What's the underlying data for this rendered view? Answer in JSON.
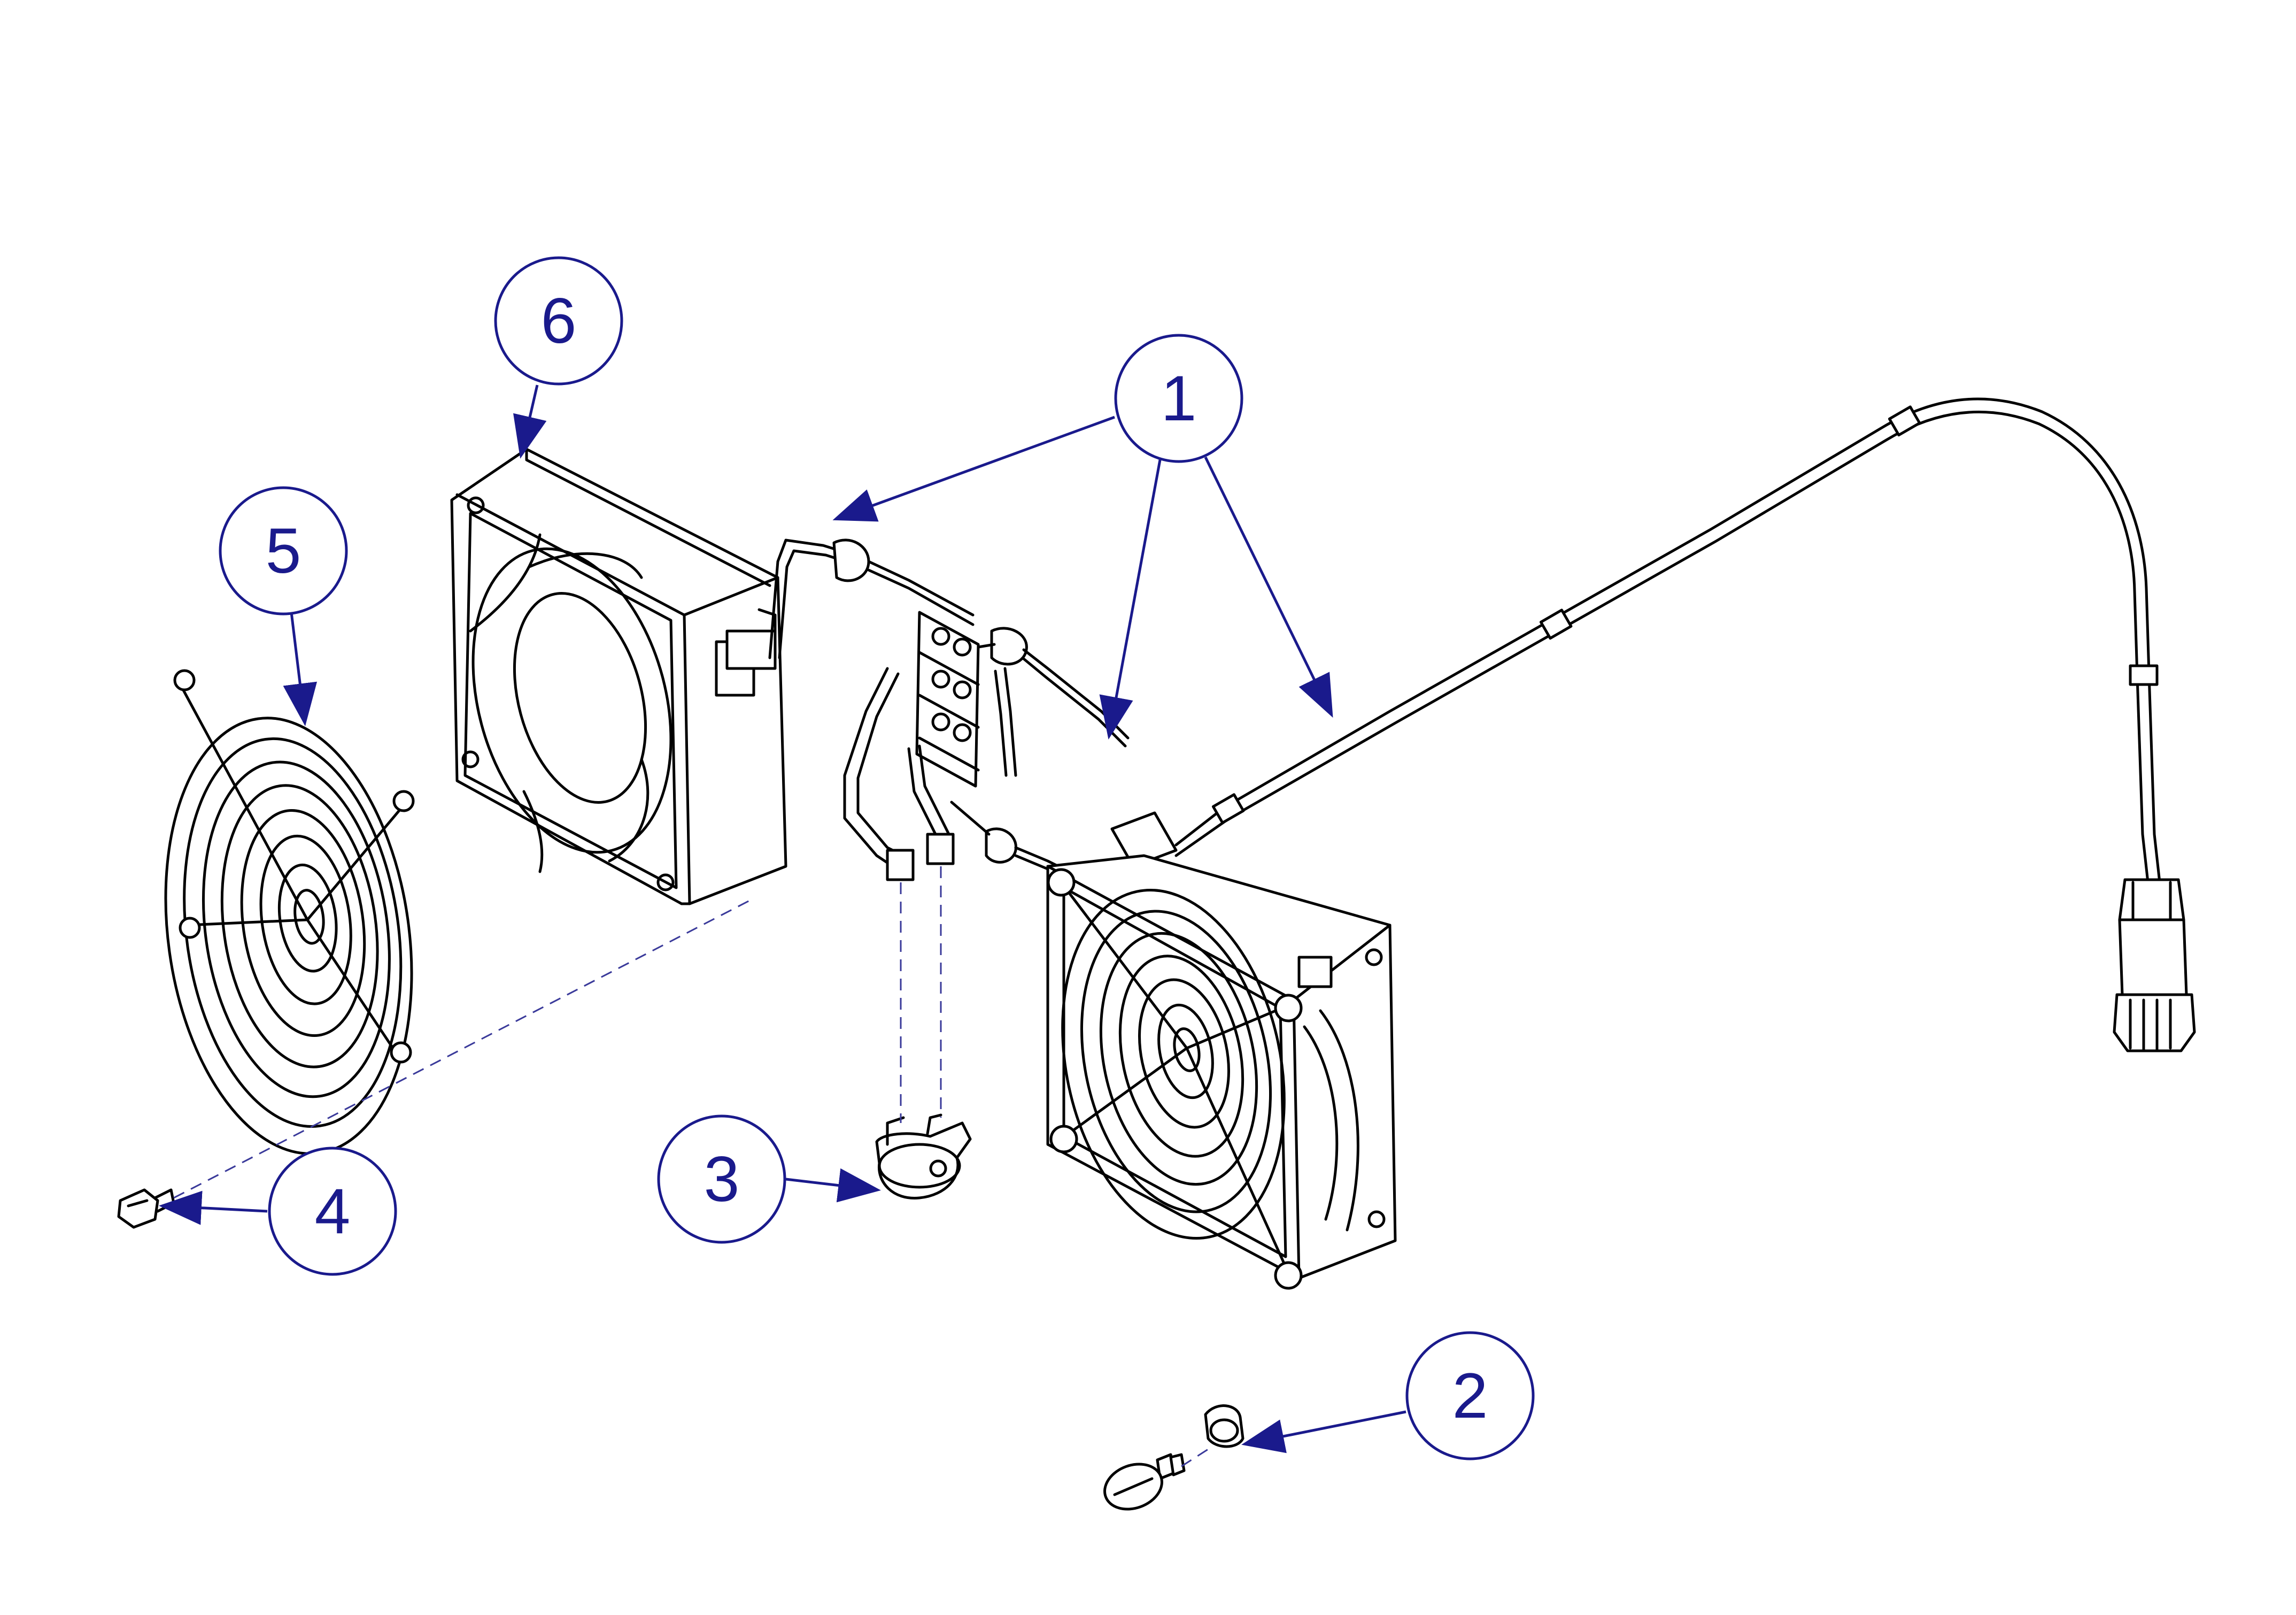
{
  "callouts": [
    {
      "id": "callout-1",
      "label": "1"
    },
    {
      "id": "callout-2",
      "label": "2"
    },
    {
      "id": "callout-3",
      "label": "3"
    },
    {
      "id": "callout-4",
      "label": "4"
    },
    {
      "id": "callout-5",
      "label": "5"
    },
    {
      "id": "callout-6",
      "label": "6"
    }
  ],
  "colors": {
    "callout": "#1a1a8c",
    "line": "#000000",
    "background": "#ffffff"
  }
}
